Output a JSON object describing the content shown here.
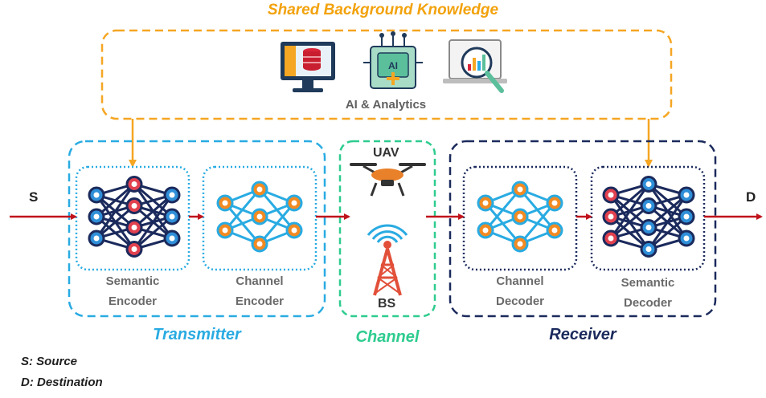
{
  "title": "Shared Background Knowledge",
  "analytics_label": "AI & Analytics",
  "source_node": "S",
  "destination_node": "D",
  "transmitter": {
    "label": "Transmitter",
    "semantic_encoder": {
      "line1": "Semantic",
      "line2": "Encoder"
    },
    "channel_encoder": {
      "line1": "Channel",
      "line2": "Encoder"
    }
  },
  "channel": {
    "label": "Channel",
    "uav": "UAV",
    "bs": "BS"
  },
  "receiver": {
    "label": "Receiver",
    "channel_decoder": {
      "line1": "Channel",
      "line2": "Decoder"
    },
    "semantic_decoder": {
      "line1": "Semantic",
      "line2": "Decoder"
    }
  },
  "legend": {
    "source": "S: Source",
    "destination": "D: Destination"
  },
  "colors": {
    "knowledge": "#f5a623",
    "transmitter": "#29abe2",
    "channel": "#2ecc8f",
    "receiver": "#1b2a5c",
    "signal_arrow": "#c0131b"
  }
}
